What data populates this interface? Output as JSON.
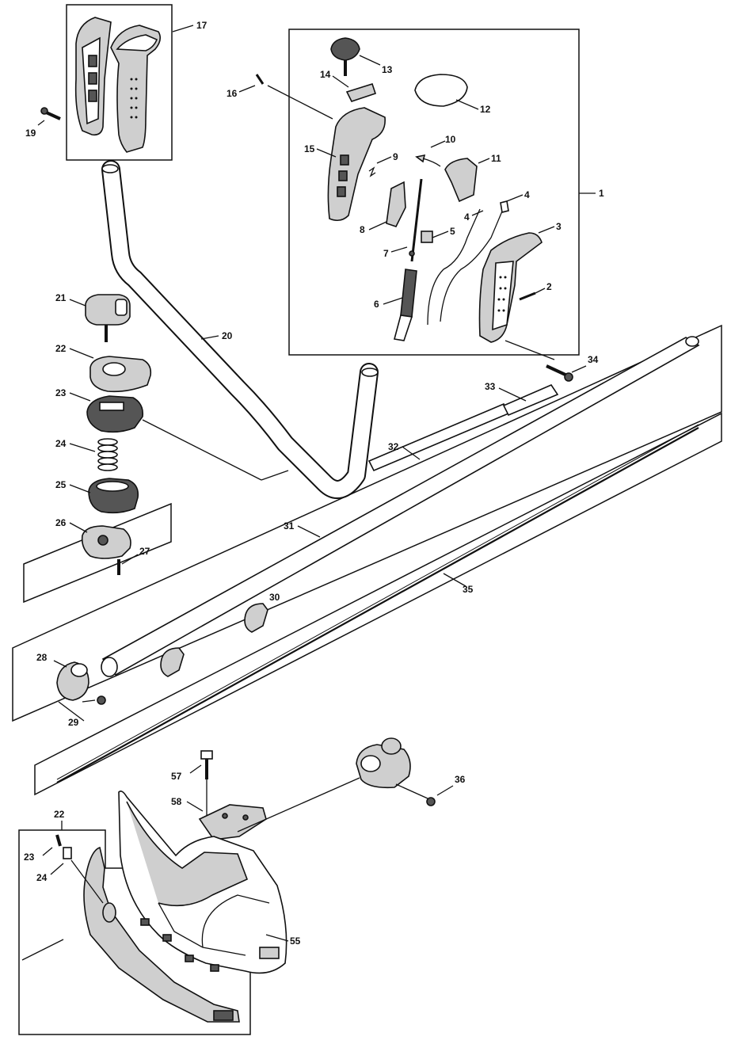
{
  "labels": {
    "p1": "1",
    "p2": "2",
    "p3": "3",
    "p4": "4",
    "p5": "5",
    "p6": "6",
    "p7": "7",
    "p8": "8",
    "p9": "9",
    "p10": "10",
    "p11": "11",
    "p12": "12",
    "p13": "13",
    "p14": "14",
    "p15": "15",
    "p16": "16",
    "p17": "17",
    "p19": "19",
    "p20": "20",
    "p21": "21",
    "p22": "22",
    "p23": "23",
    "p24": "24",
    "p25": "25",
    "p26": "26",
    "p27": "27",
    "p28": "28",
    "p29": "29",
    "p30": "30",
    "p31": "31",
    "p32": "32",
    "p33": "33",
    "p34": "34",
    "p35": "35",
    "p36": "36",
    "p55": "55",
    "p57": "57",
    "p58": "58",
    "p4b": "4",
    "p22b": "22",
    "p23b": "23",
    "p24b": "24"
  }
}
